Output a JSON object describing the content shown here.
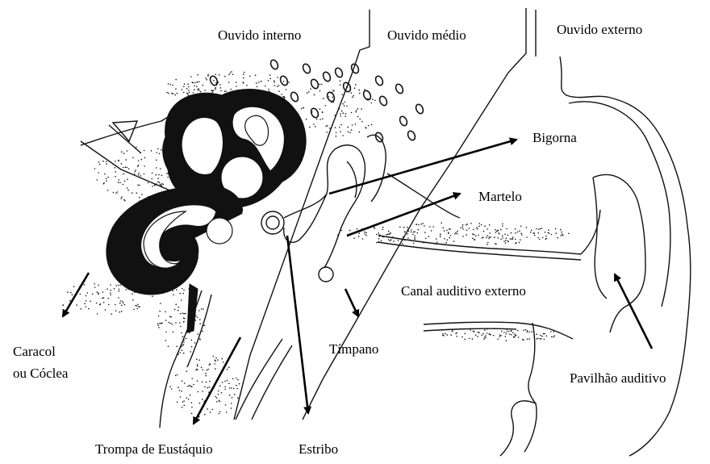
{
  "labels": {
    "inner_ear": "Ouvido interno",
    "middle_ear": "Ouvido médio",
    "outer_ear": "Ouvido externo",
    "incus": "Bigorna",
    "malleus": "Martelo",
    "external_canal": "Canal auditivo externo",
    "cochlea_1": "Caracol",
    "cochlea_2": "ou Cóclea",
    "eardrum": "Tímpano",
    "auricle": "Pavilhão auditivo",
    "eustachian_tube": "Trompa de Eustáquio",
    "stapes": "Estribo"
  },
  "colors": {
    "ink": "#111111",
    "background": "#ffffff"
  }
}
